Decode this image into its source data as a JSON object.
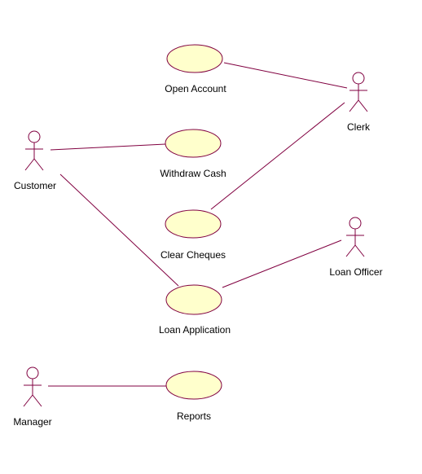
{
  "colors": {
    "line": "#800040",
    "usecase_fill": "#FFFFCC",
    "usecase_stroke": "#800040",
    "actor_stroke": "#800040",
    "text": "#000000",
    "background": "#FFFFFF"
  },
  "actors": {
    "customer": "Customer",
    "clerk": "Clerk",
    "loan_officer": "Loan Officer",
    "manager": "Manager"
  },
  "use_cases": {
    "open_account": "Open Account",
    "withdraw_cash": "Withdraw Cash",
    "clear_cheques": "Clear Cheques",
    "loan_application": "Loan Application",
    "reports": "Reports"
  }
}
